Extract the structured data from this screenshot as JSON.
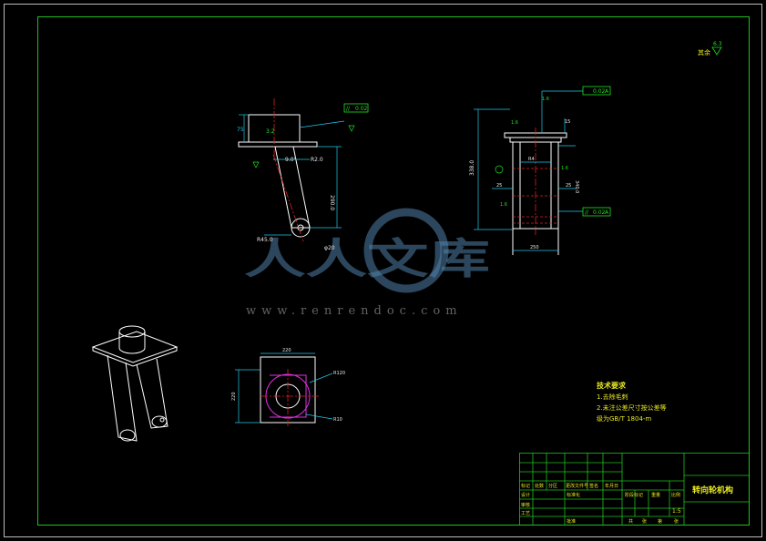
{
  "view_top": {
    "dim_height_left": "75",
    "surface_finish": "3.2",
    "gdt_frame_symbol": "//",
    "gdt_frame_value": "0.02",
    "angle_label": "9.0°",
    "dim_radius": "R2.0",
    "dim_length": "290.0",
    "dim_bottom_radius": "R45.0",
    "dim_hole": "φ20"
  },
  "view_side": {
    "gdt_top_value": "0.02",
    "gdt_top_datum": "A",
    "dim_total_height": "338.0",
    "dim_top_right": "15",
    "dim_inner_width": "R4",
    "dim_left": "25",
    "dim_right": "25",
    "dim_side_right": "340.0",
    "gdt_bottom_symbol": "//",
    "gdt_bottom_value": "0.02",
    "gdt_bottom_datum": "A",
    "dim_bottom_width": "250",
    "finish_marks": [
      "1.6",
      "1.6",
      "1.6",
      "1.6"
    ]
  },
  "view_plan": {
    "dim_top_width": "220",
    "dim_left_height": "220",
    "dim_radius_1": "R120",
    "dim_radius_2": "R10"
  },
  "general_finish": {
    "label": "其余",
    "value": "6.3"
  },
  "tech_requirements": {
    "title": "技术要求",
    "lines": [
      "1.去除毛刺",
      "2.未注公差尺寸按公差等",
      "级为GB/T 1804-m"
    ]
  },
  "title_block": {
    "drawing_title": "转向轮机构",
    "scale": "1:5",
    "row_labels": [
      "标记",
      "处数",
      "分区",
      "更改文件号",
      "签名",
      "年月日"
    ],
    "row_labels_2": [
      "设计",
      "审核",
      "工艺",
      "批准"
    ],
    "middle_labels": [
      "阶段标记",
      "重量",
      "比例"
    ],
    "bottom_labels": [
      "共",
      "张",
      "第",
      "张"
    ],
    "std_label": "标准化"
  },
  "watermark": {
    "text": "人人文库",
    "url": "www.renrendoc.com"
  },
  "colors": {
    "background": "#000000",
    "frame": "#20c020",
    "outline": "#ffffff",
    "dimension": "#22c8e8",
    "annotation": "#22e022",
    "hidden_red": "#e02020",
    "section_magenta": "#e030e0"
  }
}
